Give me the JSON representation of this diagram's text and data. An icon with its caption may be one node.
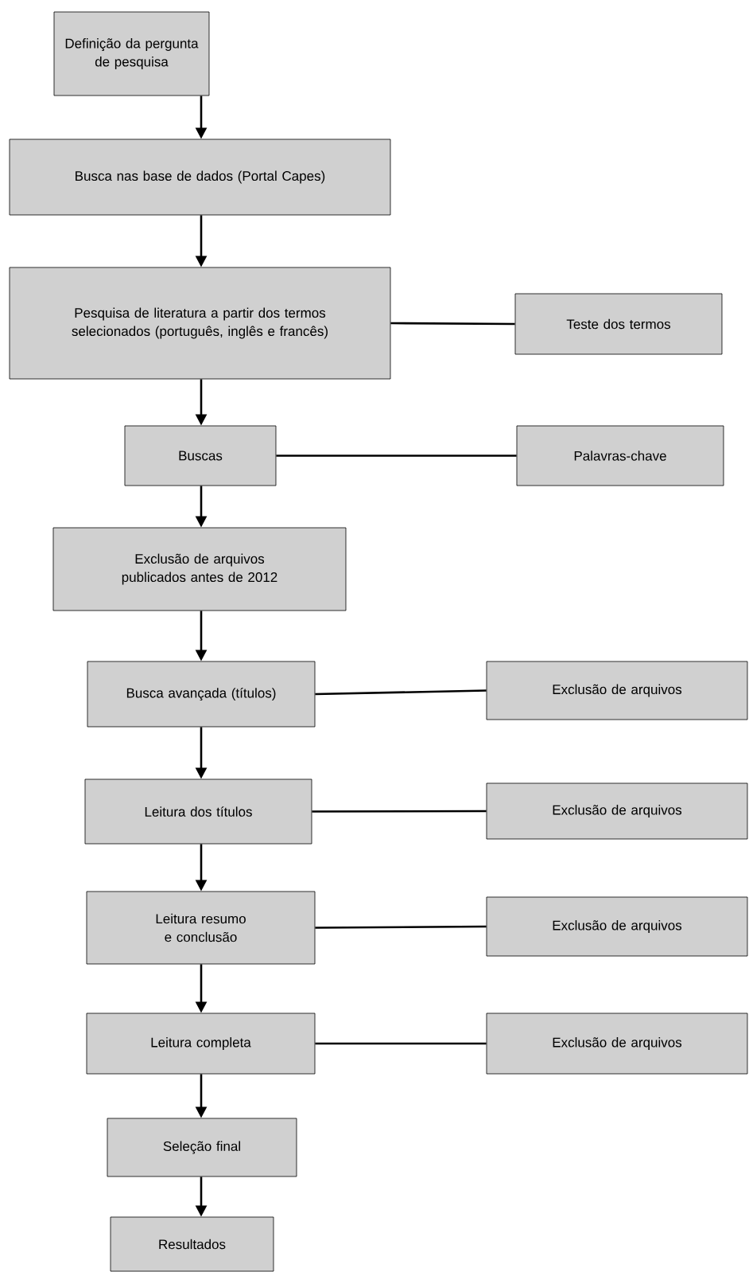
{
  "diagram": {
    "nodes": [
      {
        "text": [
          "Definição da pergunta de pesquisa"
        ]
      },
      {
        "text": [
          "Busca nas base de dados (Portal Capes)"
        ]
      },
      {
        "text": [
          "Pesquisa de literatura a partir dos termos selecionados (português, inglês e francês)"
        ]
      },
      {
        "text": [
          "Teste dos termos"
        ]
      },
      {
        "text": [
          "Buscas"
        ]
      },
      {
        "text": [
          "Palavras-chave"
        ]
      },
      {
        "text": [
          "Exclusão de arquivos publicados antes de 2012"
        ]
      },
      {
        "text": [
          "Busca avançada (títulos)"
        ]
      },
      {
        "text": [
          "Exclusão de arquivos"
        ]
      },
      {
        "text": [
          "Leitura dos títulos"
        ]
      },
      {
        "text": [
          "Exclusão de arquivos"
        ]
      },
      {
        "text": [
          "Leitura resumo e conclusão"
        ]
      },
      {
        "text": [
          "Exclusão de arquivos"
        ]
      },
      {
        "text": [
          "Leitura completa"
        ]
      },
      {
        "text": [
          "Exclusão de arquivos"
        ]
      },
      {
        "text": [
          "Seleção final"
        ]
      },
      {
        "text": [
          "Resultados"
        ]
      }
    ],
    "edges": [
      {
        "from": 0,
        "to": 1,
        "arrow": "to"
      },
      {
        "from": 1,
        "to": 2,
        "arrow": "to"
      },
      {
        "from": 2,
        "to": 3,
        "arrow": "none"
      },
      {
        "from": 2,
        "to": 4,
        "arrow": "to"
      },
      {
        "from": 4,
        "to": 5,
        "arrow": "none"
      },
      {
        "from": 4,
        "to": 6,
        "arrow": "to"
      },
      {
        "from": 6,
        "to": 7,
        "arrow": "to"
      },
      {
        "from": 7,
        "to": 8,
        "arrow": "none"
      },
      {
        "from": 7,
        "to": 9,
        "arrow": "to"
      },
      {
        "from": 9,
        "to": 10,
        "arrow": "none"
      },
      {
        "from": 9,
        "to": 11,
        "arrow": "to"
      },
      {
        "from": 11,
        "to": 12,
        "arrow": "none"
      },
      {
        "from": 11,
        "to": 13,
        "arrow": "to"
      },
      {
        "from": 13,
        "to": 14,
        "arrow": "none"
      },
      {
        "from": 13,
        "to": 15,
        "arrow": "to"
      },
      {
        "from": 15,
        "to": 16,
        "arrow": "to"
      }
    ]
  }
}
